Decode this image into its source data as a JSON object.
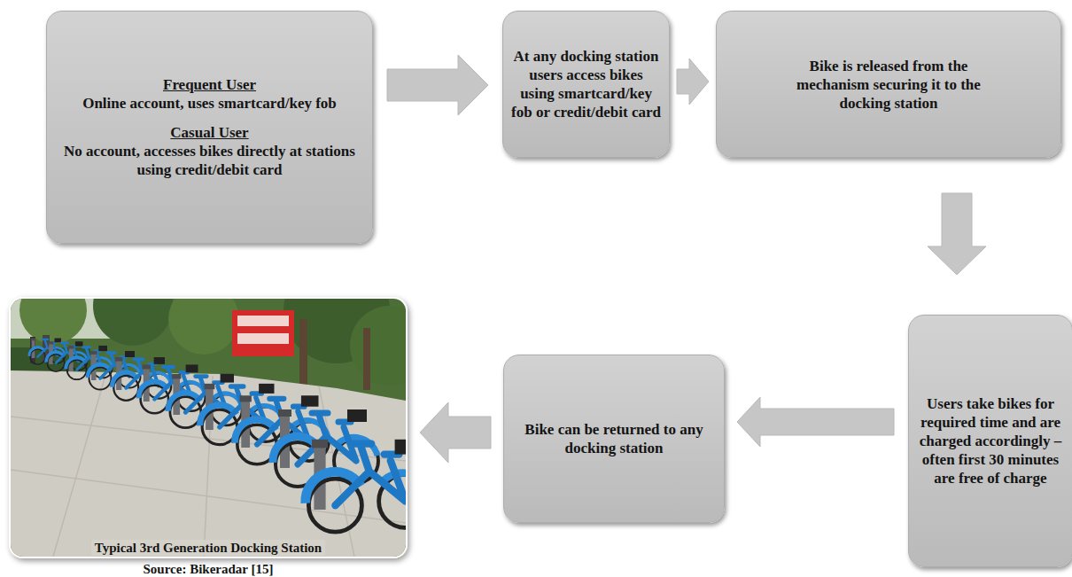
{
  "diagram": {
    "nodes": [
      {
        "text": [
          "Frequent User",
          "Online account, uses smartcard/key fob",
          "Casual User",
          "No account, accesses bikes directly at stations using credit/debit card"
        ]
      },
      {
        "text": [
          "At any docking station users access bikes using smartcard/key fob or credit/debit card"
        ]
      },
      {
        "text": [
          "Bike is released from the mechanism securing it to the docking station"
        ]
      },
      {
        "text": [
          "Users take bikes for required time and are charged accordingly – often first 30 minutes are free of charge"
        ]
      },
      {
        "text": [
          "Bike can be returned to any docking station"
        ]
      },
      {
        "text": [
          "Typical 3rd Generation Docking Station",
          "Source: Bikeradar [15]"
        ]
      }
    ],
    "edges": [
      {
        "from": 0,
        "to": 1,
        "arrow": "to"
      },
      {
        "from": 1,
        "to": 2,
        "arrow": "to"
      },
      {
        "from": 2,
        "to": 3,
        "arrow": "to"
      },
      {
        "from": 3,
        "to": 4,
        "arrow": "to"
      },
      {
        "from": 4,
        "to": 5,
        "arrow": "to"
      }
    ]
  }
}
